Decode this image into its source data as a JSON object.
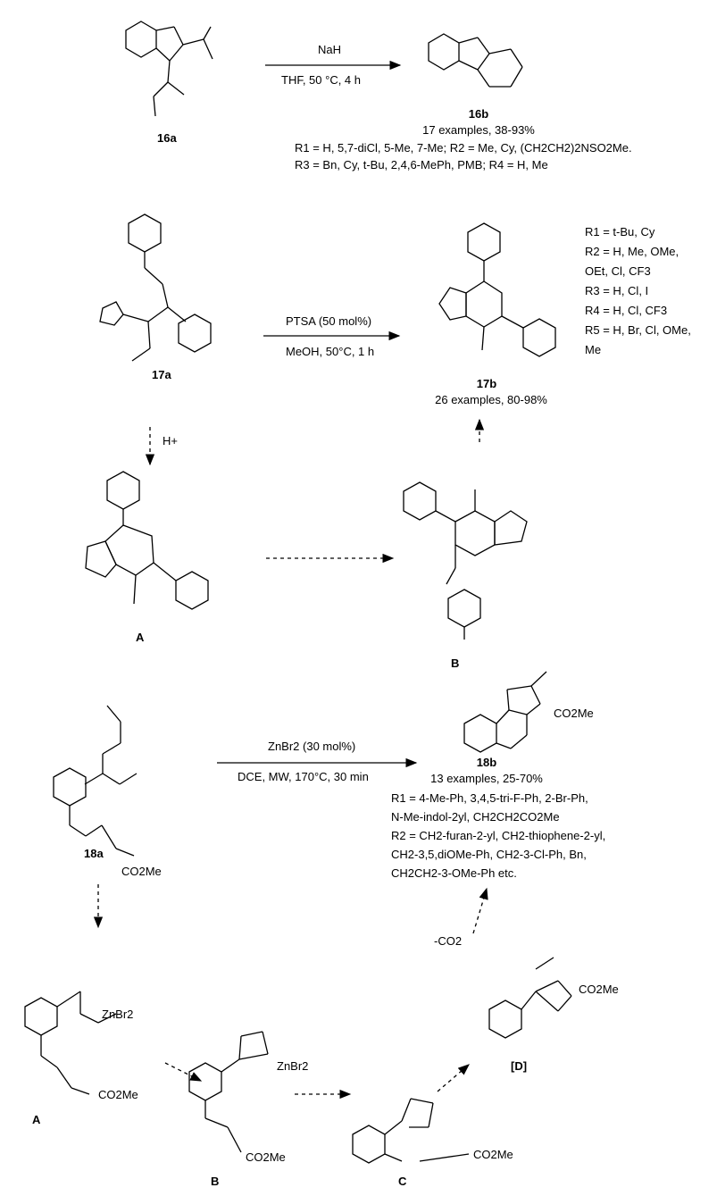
{
  "scheme1": {
    "reagent_top": "NaH",
    "reagent_bottom": "THF, 50 °C, 4 h",
    "sm_label": "16a",
    "product_label": "16b",
    "examples": "17 examples, 38-93%",
    "subs_line1": "R1 = H, 5,7-diCl, 5-Me, 7-Me; R2 = Me, Cy, (CH2CH2)2NSO2Me.",
    "subs_line2": "R3 = Bn, Cy, t-Bu, 2,4,6-MePh, PMB; R4 = H, Me"
  },
  "scheme2": {
    "reagent_top": "PTSA (50 mol%)",
    "reagent_bottom": "MeOH, 50°C, 1 h",
    "sm_label": "17a",
    "product_label": "17b",
    "examples": "26 examples, 80-98%",
    "acid": "H+",
    "int_a_label": "A",
    "int_b_label": "B",
    "subs": [
      "R1 = t-Bu, Cy",
      "R2 = H, Me, OMe,",
      "OEt, Cl, CF3",
      "R3 = H, Cl, I",
      "R4 = H, Cl, CF3",
      "R5 = H, Br, Cl, OMe,",
      "Me"
    ]
  },
  "scheme3": {
    "reagent_top": "ZnBr2 (30 mol%)",
    "reagent_bottom": "DCE, MW, 170°C, 30 min",
    "sm_label": "18a",
    "product_label": "18b",
    "examples": "13 examples, 25-70%",
    "subs": [
      "R1 = 4-Me-Ph, 3,4,5-tri-F-Ph, 2-Br-Ph,",
      "N-Me-indol-2yl, CH2CH2CO2Me",
      "R2 = CH2-furan-2-yl, CH2-thiophene-2-yl,",
      "CH2-3,5,diOMe-Ph, CH2-3-Cl-Ph, Bn,",
      "CH2CH2-3-OMe-Ph etc."
    ],
    "co2_loss": "-CO2",
    "int_a_label": "A",
    "int_b_label": "B",
    "int_c_label": "C",
    "int_d_label": "[D]",
    "znbr2": "ZnBr2",
    "co2me": "CO2Me"
  }
}
